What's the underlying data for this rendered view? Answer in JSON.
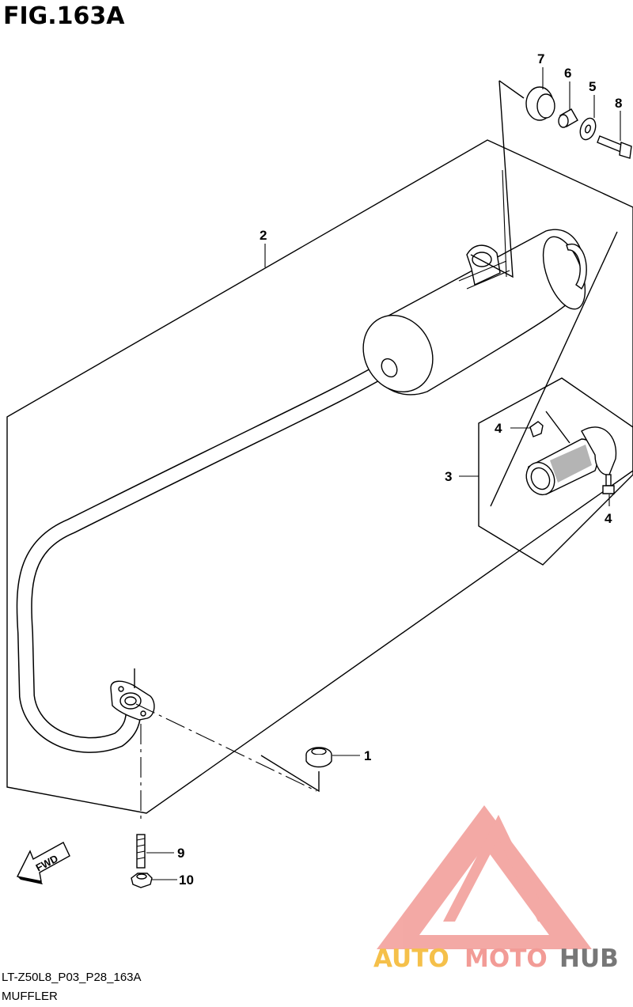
{
  "title": "FIG.163A",
  "callouts": {
    "c1": "1",
    "c2": "2",
    "c3": "3",
    "c4a": "4",
    "c4b": "4",
    "c5": "5",
    "c6": "6",
    "c7": "7",
    "c8": "8",
    "c9": "9",
    "c10": "10"
  },
  "fwd_label": "FWD",
  "footer": {
    "code": "LT-Z50L8_P03_P28_163A",
    "name": "MUFFLER"
  },
  "watermark": {
    "part1": "AUTO",
    "part2": "MOTO",
    "part3": "HUB",
    "color_a": "#f5c04a",
    "color_b": "#f29b96",
    "color_c": "#777777"
  }
}
